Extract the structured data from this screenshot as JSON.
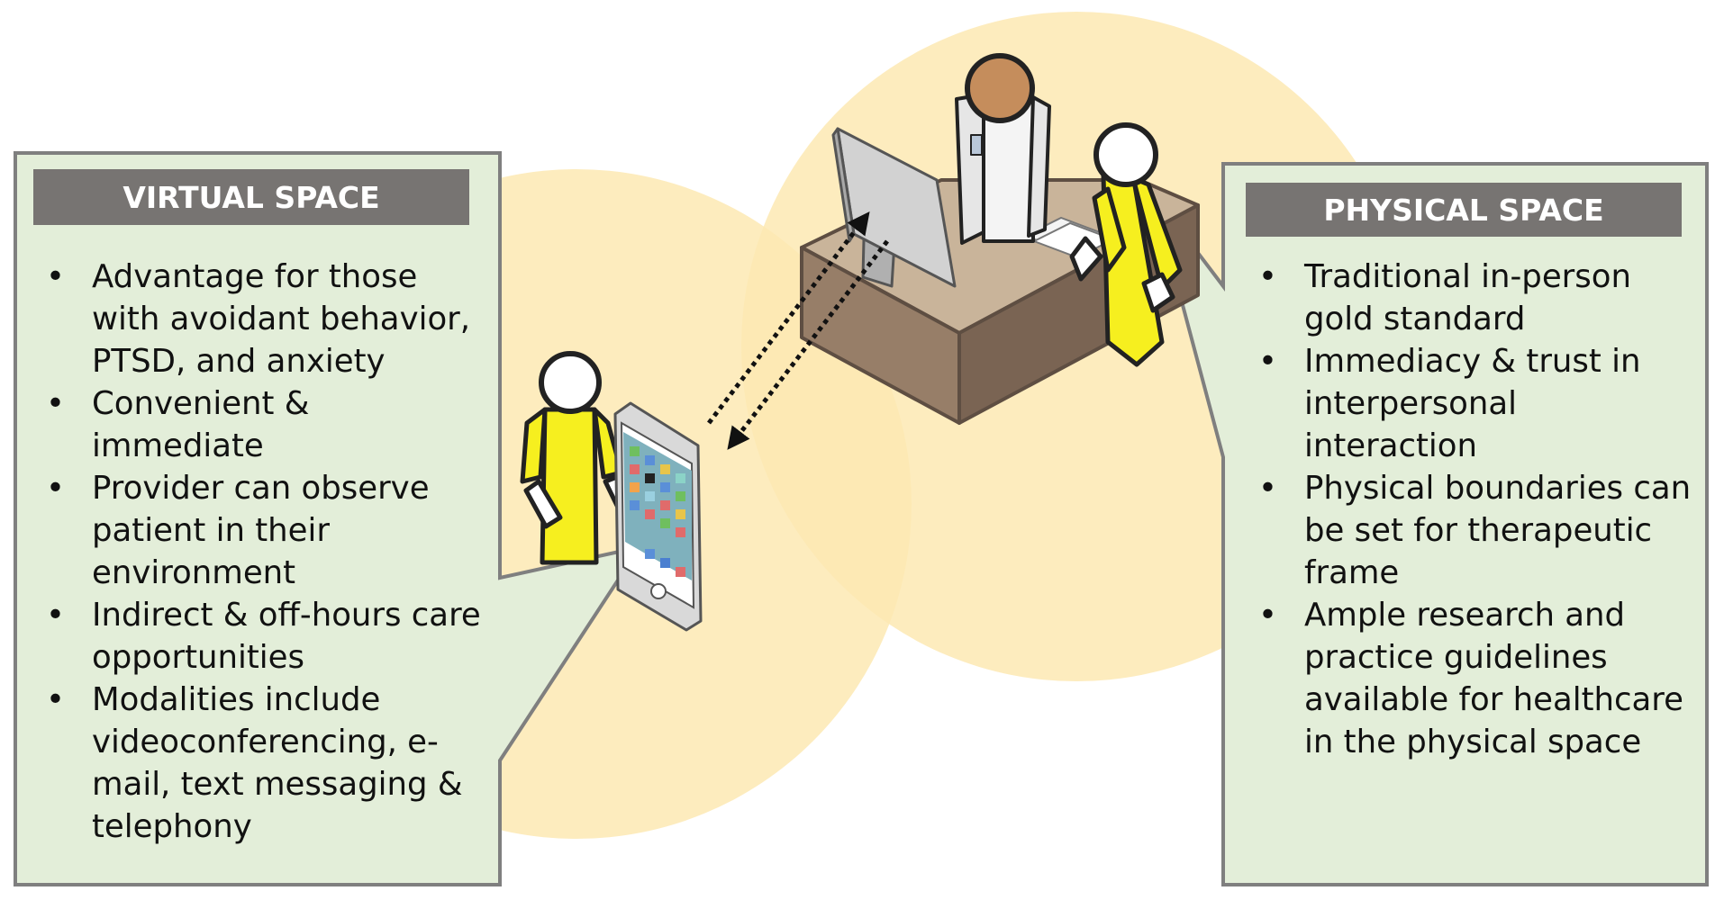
{
  "colors": {
    "panel_fill": "#e3eed9",
    "panel_border": "#7f7f7f",
    "title_bar": "#777472",
    "title_text": "#ffffff",
    "circle_fill": "#fde9b3",
    "person_yellow": "#f6ef1f",
    "provider_head": "#c58d5c",
    "desk_top": "#c9b49a",
    "desk_front": "#977e68",
    "desk_side": "#7a6453",
    "monitor": "#c8c8c8"
  },
  "virtual_space": {
    "title": "VIRTUAL SPACE",
    "items": [
      "Advantage for those with avoidant behavior, PTSD, and anxiety",
      "Convenient & immediate",
      "Provider can observe patient in their environment",
      "Indirect & off-hours care opportunities",
      "Modalities include videoconferencing, e-mail, text messaging & telephony"
    ]
  },
  "physical_space": {
    "title": "PHYSICAL SPACE",
    "items": [
      "Traditional in-person gold standard",
      "Immediacy & trust in interpersonal interaction",
      "Physical boundaries can be set for therapeutic frame",
      "Ample research and practice guidelines available for healthcare in the physical space"
    ]
  },
  "icons": {
    "phone": "smartphone-icon",
    "monitor": "computer-monitor-icon",
    "desk": "reception-desk-icon",
    "person": "person-icon",
    "arrows": "bidirectional-dotted-arrows-icon"
  }
}
